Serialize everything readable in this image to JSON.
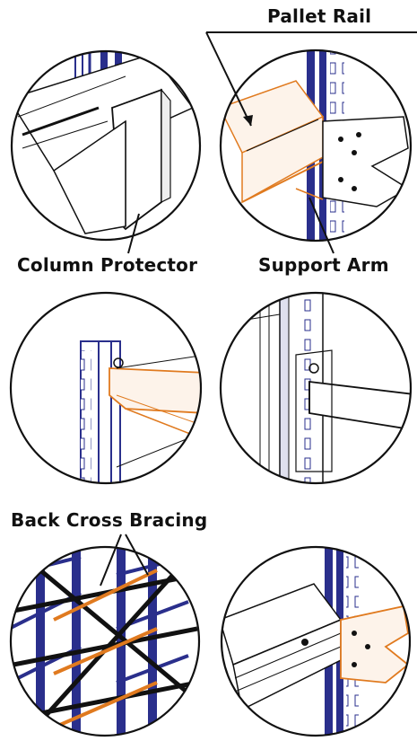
{
  "labels": {
    "pallet_rail": "Pallet Rail",
    "column_protector": "Column Protector",
    "support_arm": "Support Arm",
    "back_cross_bracing": "Back Cross Bracing"
  },
  "colors": {
    "upright_blue": "#2a2f8c",
    "beam_orange": "#e07a1f",
    "beam_fill": "#fdf3ea",
    "outline": "#111111",
    "background": "#ffffff"
  },
  "details": [
    {
      "name": "column-protector-detail"
    },
    {
      "name": "pallet-rail-detail"
    },
    {
      "name": "beam-connector-detail"
    },
    {
      "name": "support-arm-detail"
    },
    {
      "name": "back-cross-bracing-detail"
    },
    {
      "name": "rail-joint-detail"
    }
  ]
}
